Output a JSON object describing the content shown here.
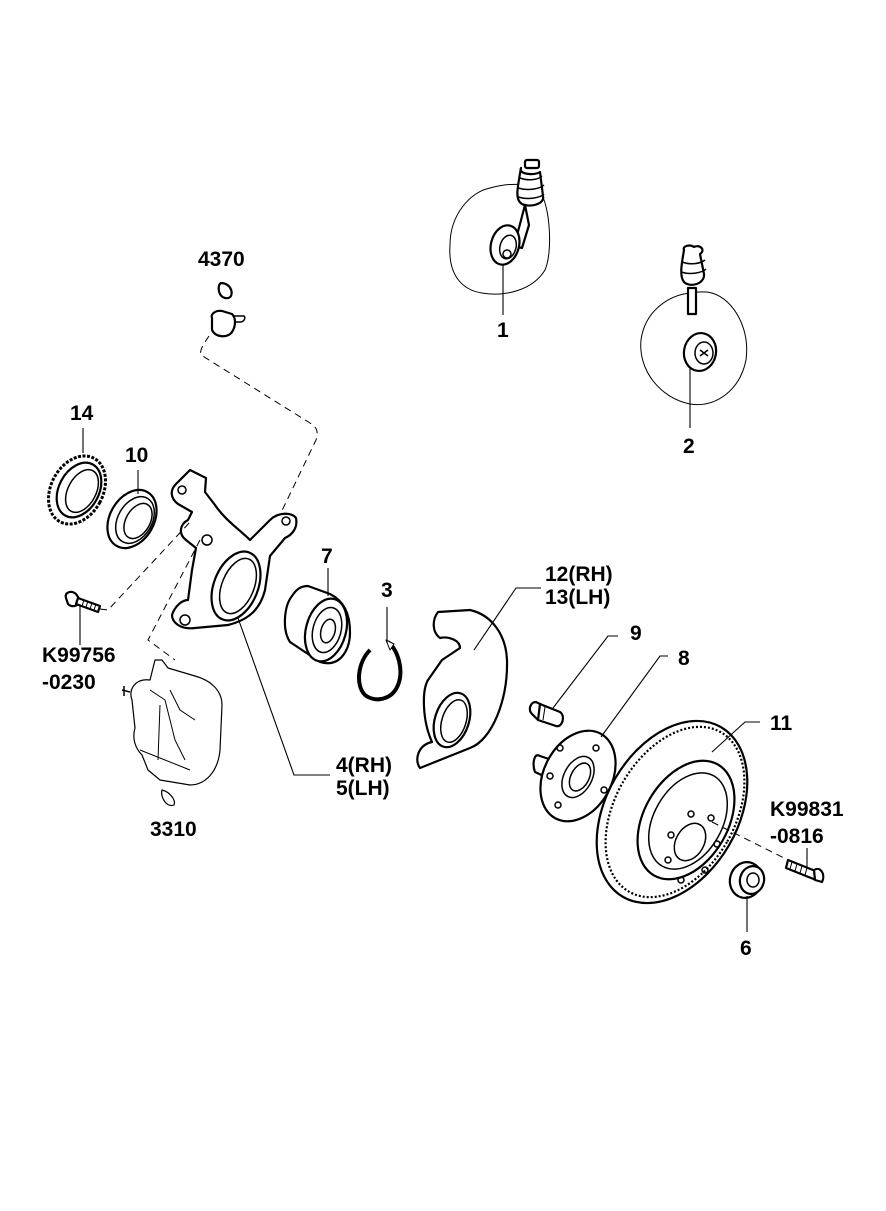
{
  "diagram": {
    "title": "Front axle / knuckle, hub and brake disc exploded view",
    "background": "#ffffff",
    "ink": "#000000",
    "callouts": [
      {
        "id": "c1",
        "text": "1",
        "part": "strut-assembly-with-knuckle-a"
      },
      {
        "id": "c2",
        "text": "2",
        "part": "strut-assembly-with-hub-b"
      },
      {
        "id": "c3",
        "text": "3",
        "part": "snap-ring"
      },
      {
        "id": "c4",
        "line1": "4(RH)",
        "line2": "5(LH)",
        "part": "steering-knuckle"
      },
      {
        "id": "c6",
        "text": "6",
        "part": "hub-nut"
      },
      {
        "id": "c7",
        "text": "7",
        "part": "wheel-bearing"
      },
      {
        "id": "c8",
        "text": "8",
        "part": "wheel-hub"
      },
      {
        "id": "c9",
        "text": "9",
        "part": "hub-bolt"
      },
      {
        "id": "c10",
        "text": "10",
        "part": "dust-seal"
      },
      {
        "id": "c11",
        "text": "11",
        "part": "brake-disc"
      },
      {
        "id": "c12",
        "line1": "12(RH)",
        "line2": "13(LH)",
        "part": "dust-cover"
      },
      {
        "id": "c14",
        "text": "14",
        "part": "abs-tone-wheel"
      },
      {
        "id": "c4370",
        "text": "4370",
        "part": "abs-wheel-sensor"
      },
      {
        "id": "c3310",
        "text": "3310",
        "part": "brake-caliper"
      },
      {
        "id": "cK1",
        "line1": "K99756",
        "line2": "-0230",
        "part": "knuckle-bolt"
      },
      {
        "id": "cK2",
        "line1": "K99831",
        "line2": "-0816",
        "part": "disc-screw"
      }
    ]
  }
}
